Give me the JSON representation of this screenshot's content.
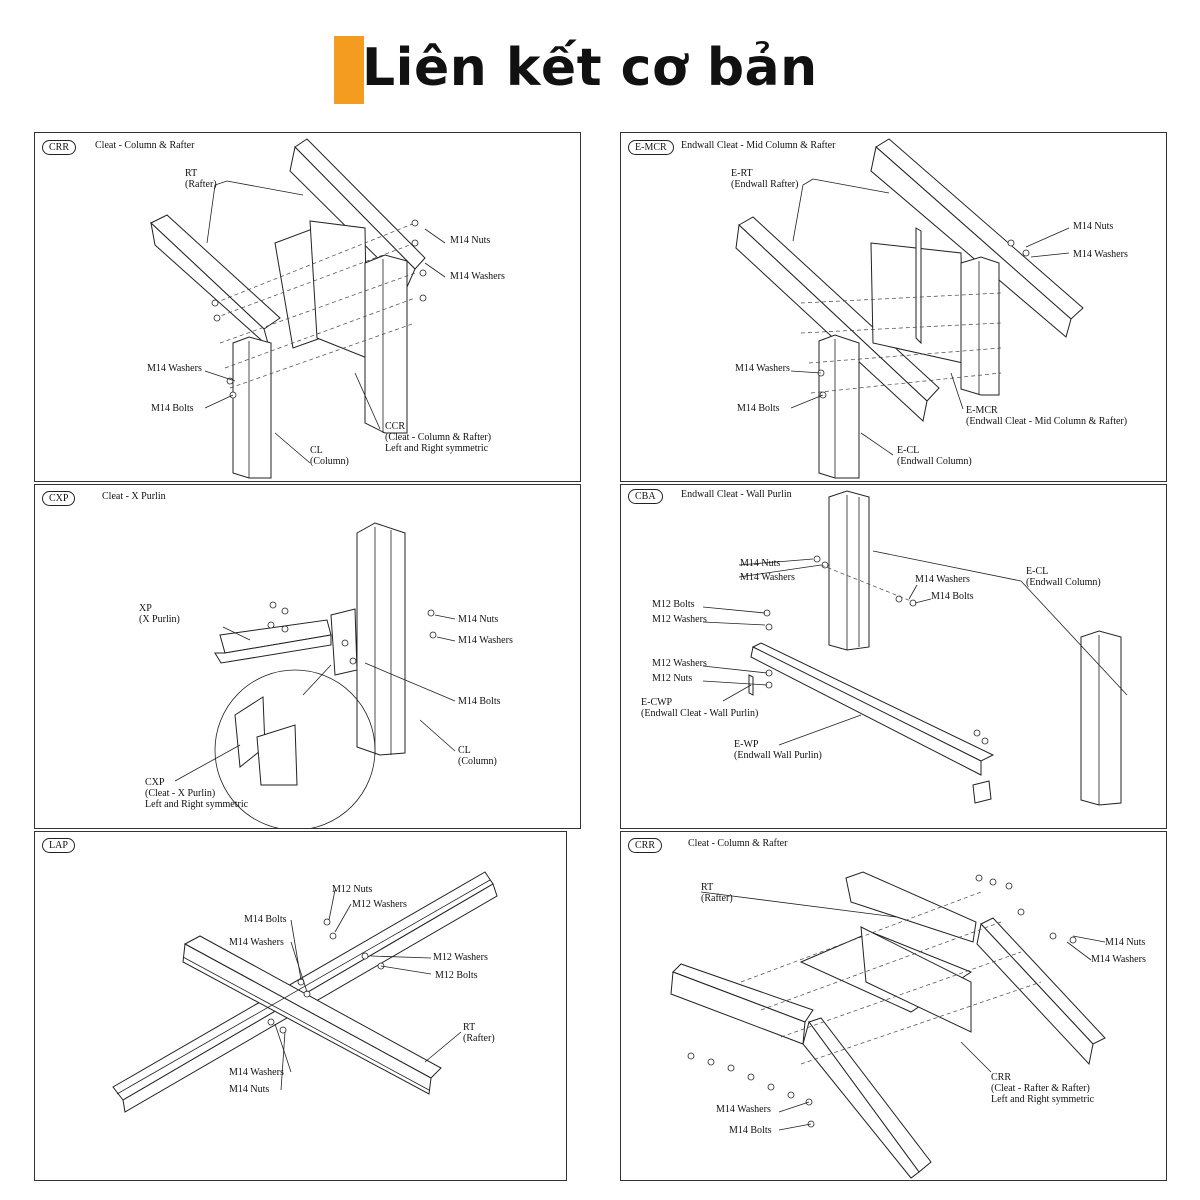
{
  "header": {
    "title": "Liên kết cơ bản",
    "accent_color": "#f39c1f"
  },
  "panels": [
    {
      "code": "CRR",
      "title": "Cleat - Column & Rafter",
      "labels": {
        "rt": "RT",
        "rt_sub": "(Rafter)",
        "nuts": "M14 Nuts",
        "washers_r": "M14 Washers",
        "washers_l": "M14 Washers",
        "bolts": "M14 Bolts",
        "ccr": "CCR",
        "ccr_sub": "(Cleat - Column & Rafter)",
        "ccr_note": "Left and Right symmetric",
        "cl": "CL",
        "cl_sub": "(Column)"
      }
    },
    {
      "code": "E-MCR",
      "title": "Endwall Cleat - Mid Column & Rafter",
      "labels": {
        "ert": "E-RT",
        "ert_sub": "(Endwall Rafter)",
        "nuts": "M14 Nuts",
        "washers_r": "M14 Washers",
        "washers_l": "M14 Washers",
        "bolts": "M14 Bolts",
        "emcr": "E-MCR",
        "emcr_sub": "(Endwall Cleat - Mid Column & Rafter)",
        "ecl": "E-CL",
        "ecl_sub": "(Endwall Column)"
      }
    },
    {
      "code": "CXP",
      "title": "Cleat - X Purlin",
      "labels": {
        "xp": "XP",
        "xp_sub": "(X Purlin)",
        "nuts": "M14 Nuts",
        "washers": "M14 Washers",
        "bolts": "M14 Bolts",
        "cl": "CL",
        "cl_sub": "(Column)",
        "cxp": "CXP",
        "cxp_sub": "(Cleat - X Purlin)",
        "cxp_note": "Left and Right symmetric"
      }
    },
    {
      "code": "CBA",
      "title": "Endwall Cleat - Wall Purlin",
      "labels": {
        "nuts14": "M14 Nuts",
        "washers14": "M14 Washers",
        "bolts12": "M12 Bolts",
        "washers12": "M12 Washers",
        "washers12b": "M12 Washers",
        "nuts12": "M12 Nuts",
        "ecwp": "E-CWP",
        "ecwp_sub": "(Endwall Cleat - Wall Purlin)",
        "ewp": "E-WP",
        "ewp_sub": "(Endwall Wall Purlin)",
        "washers14r": "M14 Washers",
        "bolts14r": "M14 Bolts",
        "ecl": "E-CL",
        "ecl_sub": "(Endwall Column)"
      }
    },
    {
      "code": "LAP",
      "title": "",
      "labels": {
        "nuts12": "M12 Nuts",
        "washers12": "M12 Washers",
        "bolts14": "M14 Bolts",
        "washers14": "M14 Washers",
        "washers12b": "M12 Washers",
        "bolts12": "M12 Bolts",
        "rt": "RT",
        "rt_sub": "(Rafter)",
        "washers14b": "M14 Washers",
        "nuts14": "M14 Nuts"
      }
    },
    {
      "code": "CRR",
      "title": "Cleat - Column & Rafter",
      "labels": {
        "rt": "RT",
        "rt_sub": "(Rafter)",
        "nuts": "M14 Nuts",
        "washers_r": "M14 Washers",
        "crr": "CRR",
        "crr_sub": "(Cleat - Rafter & Rafter)",
        "crr_note": "Left and Right symmetric",
        "washers_l": "M14 Washers",
        "bolts": "M14 Bolts"
      }
    }
  ]
}
